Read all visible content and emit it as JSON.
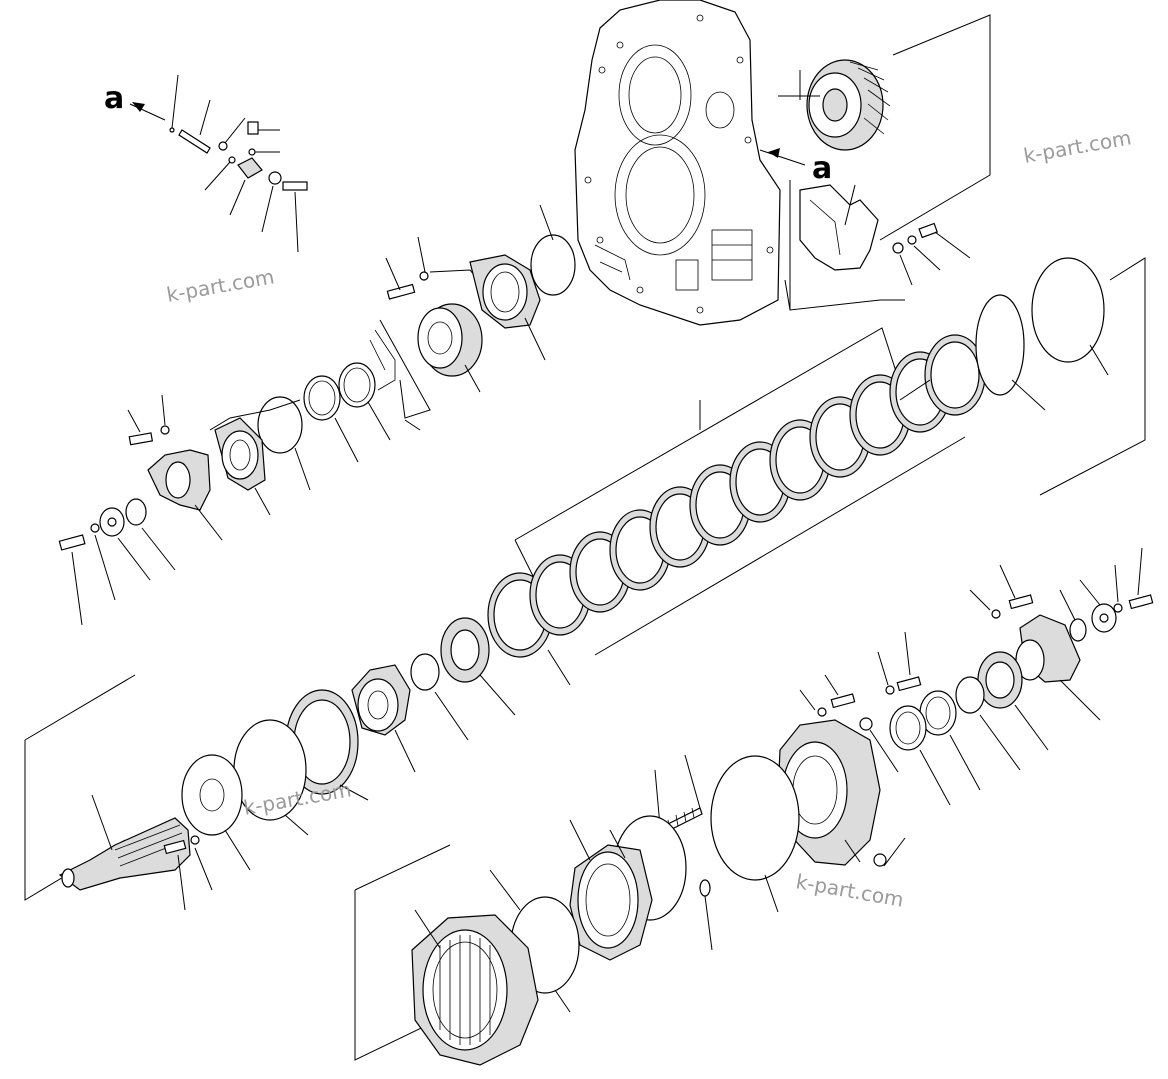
{
  "diagram": {
    "callouts": [
      "a",
      "a"
    ],
    "watermarks": [
      "k-part.com",
      "k-part.com",
      "k-part.com",
      "k-part.com"
    ]
  }
}
